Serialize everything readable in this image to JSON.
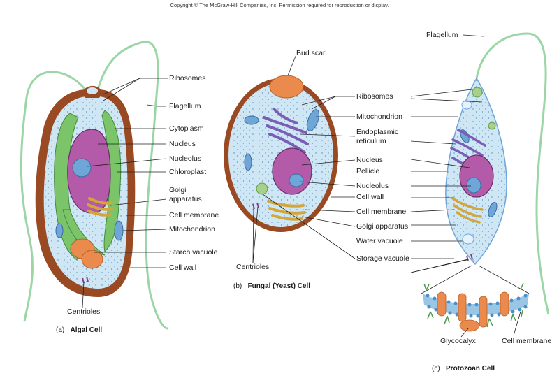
{
  "copyright": "Copyright © The McGraw-Hill Companies, Inc. Permission required for reproduction or display.",
  "colors": {
    "cytoplasm": "#cfe6f5",
    "cell_wall_brown": "#9a4a22",
    "chloroplast_green": "#7cc46a",
    "nucleus_purple": "#b35aa8",
    "nucleolus_blue": "#6fa6d8",
    "starch_orange": "#ea8a4c",
    "golgi_yellow": "#f2d873",
    "flagellum_green": "#9cd6a6"
  },
  "algal": {
    "letter": "(a)",
    "title": "Algal Cell",
    "labels": {
      "ribosomes": "Ribosomes",
      "flagellum": "Flagellum",
      "cytoplasm": "Cytoplasm",
      "nucleus": "Nucleus",
      "nucleolus": "Nucleolus",
      "chloroplast": "Chloroplast",
      "golgi1": "Golgi",
      "golgi2": "apparatus",
      "cell_membrane": "Cell membrane",
      "mitochondrion": "Mitochondrion",
      "starch_vacuole": "Starch vacuole",
      "cell_wall": "Cell wall",
      "centrioles": "Centrioles"
    }
  },
  "fungal": {
    "letter": "(b)",
    "title": "Fungal (Yeast) Cell",
    "labels": {
      "bud_scar": "Bud scar",
      "ribosomes": "Ribosomes",
      "mitochondrion": "Mitochondrion",
      "er1": "Endoplasmic",
      "er2": "reticulum",
      "nucleus": "Nucleus",
      "nucleolus": "Nucleolus",
      "cell_wall": "Cell wall",
      "cell_membrane": "Cell membrane",
      "golgi": "Golgi apparatus",
      "storage_vacuole": "Storage vacuole",
      "centrioles": "Centrioles"
    }
  },
  "protozoan": {
    "letter": "(c)",
    "title": "Protozoan Cell",
    "labels": {
      "flagellum": "Flagellum",
      "pellicle": "Pellicle",
      "water_vacuole": "Water vacuole",
      "glycocalyx": "Glycocalyx",
      "cell_membrane": "Cell membrane"
    }
  }
}
